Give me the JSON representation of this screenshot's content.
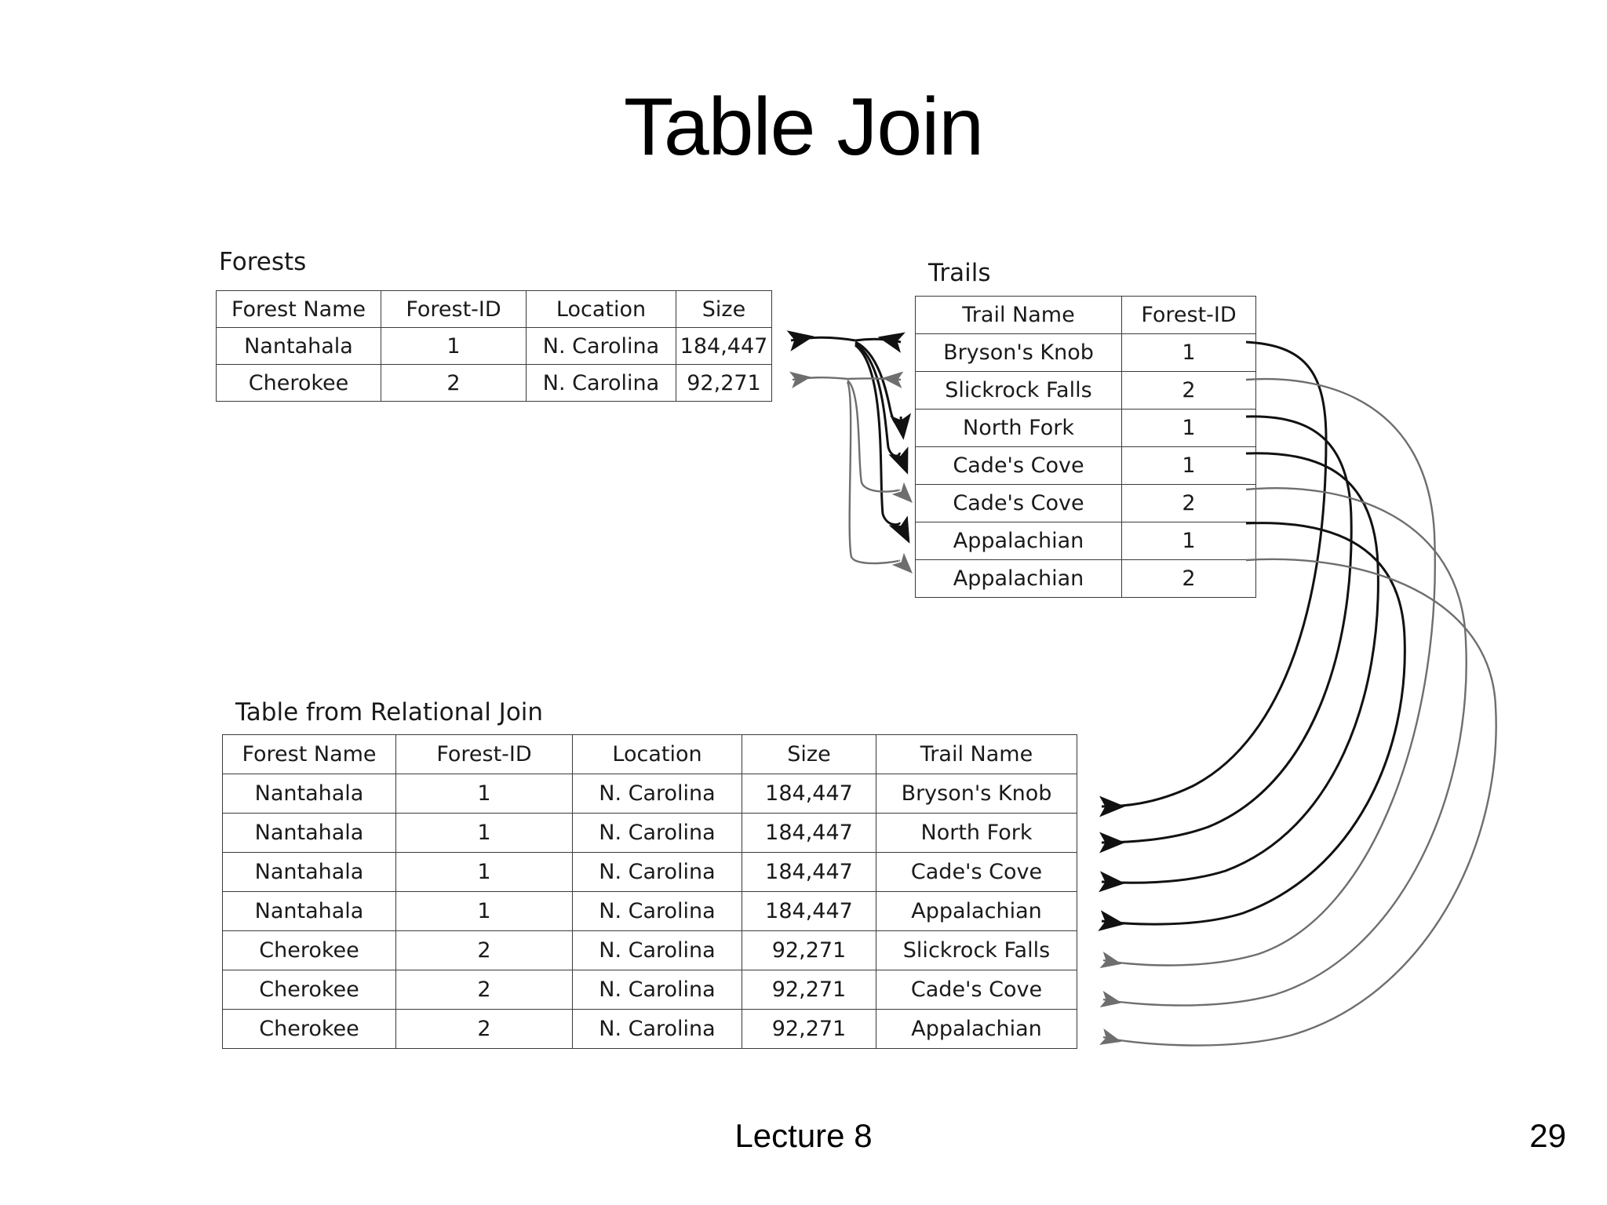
{
  "slide": {
    "title": "Table Join",
    "footer_left": "Lecture 8",
    "page_number": "29"
  },
  "forests": {
    "caption": "Forests",
    "columns": [
      "Forest Name",
      "Forest-ID",
      "Location",
      "Size"
    ],
    "rows": [
      [
        "Nantahala",
        "1",
        "N. Carolina",
        "184,447"
      ],
      [
        "Cherokee",
        "2",
        "N. Carolina",
        "92,271"
      ]
    ]
  },
  "trails": {
    "caption": "Trails",
    "columns": [
      "Trail Name",
      "Forest-ID"
    ],
    "rows": [
      [
        "Bryson's Knob",
        "1"
      ],
      [
        "Slickrock Falls",
        "2"
      ],
      [
        "North Fork",
        "1"
      ],
      [
        "Cade's Cove",
        "1"
      ],
      [
        "Cade's Cove",
        "2"
      ],
      [
        "Appalachian",
        "1"
      ],
      [
        "Appalachian",
        "2"
      ]
    ]
  },
  "join": {
    "caption": "Table from Relational Join",
    "columns": [
      "Forest Name",
      "Forest-ID",
      "Location",
      "Size",
      "Trail Name"
    ],
    "rows": [
      [
        "Nantahala",
        "1",
        "N. Carolina",
        "184,447",
        "Bryson's Knob"
      ],
      [
        "Nantahala",
        "1",
        "N. Carolina",
        "184,447",
        "North Fork"
      ],
      [
        "Nantahala",
        "1",
        "N. Carolina",
        "184,447",
        "Cade's Cove"
      ],
      [
        "Nantahala",
        "1",
        "N. Carolina",
        "184,447",
        "Appalachian"
      ],
      [
        "Cherokee",
        "2",
        "N. Carolina",
        "92,271",
        "Slickrock Falls"
      ],
      [
        "Cherokee",
        "2",
        "N. Carolina",
        "92,271",
        "Cade's Cove"
      ],
      [
        "Cherokee",
        "2",
        "N. Carolina",
        "92,271",
        "Appalachian"
      ]
    ]
  },
  "colors": {
    "ink": "#1a1a1a",
    "rule": "#3a3a3a",
    "arrow_primary": "#111111",
    "arrow_secondary": "#6e6e6e",
    "background": "#ffffff"
  },
  "connectors": {
    "forests_to_trails": [
      {
        "from_forest_row": 1,
        "to_trail_row": 1,
        "style": "bold"
      },
      {
        "from_forest_row": 1,
        "to_trail_row": 3,
        "style": "bold"
      },
      {
        "from_forest_row": 1,
        "to_trail_row": 4,
        "style": "bold"
      },
      {
        "from_forest_row": 1,
        "to_trail_row": 6,
        "style": "bold"
      },
      {
        "from_forest_row": 2,
        "to_trail_row": 2,
        "style": "light"
      },
      {
        "from_forest_row": 2,
        "to_trail_row": 5,
        "style": "light"
      },
      {
        "from_forest_row": 2,
        "to_trail_row": 7,
        "style": "light"
      }
    ],
    "trails_to_join": [
      {
        "from_trail_row": 1,
        "to_join_row": 1,
        "style": "bold"
      },
      {
        "from_trail_row": 3,
        "to_join_row": 2,
        "style": "bold"
      },
      {
        "from_trail_row": 4,
        "to_join_row": 3,
        "style": "bold"
      },
      {
        "from_trail_row": 6,
        "to_join_row": 4,
        "style": "bold"
      },
      {
        "from_trail_row": 2,
        "to_join_row": 5,
        "style": "light"
      },
      {
        "from_trail_row": 5,
        "to_join_row": 6,
        "style": "light"
      },
      {
        "from_trail_row": 7,
        "to_join_row": 7,
        "style": "light"
      }
    ]
  }
}
